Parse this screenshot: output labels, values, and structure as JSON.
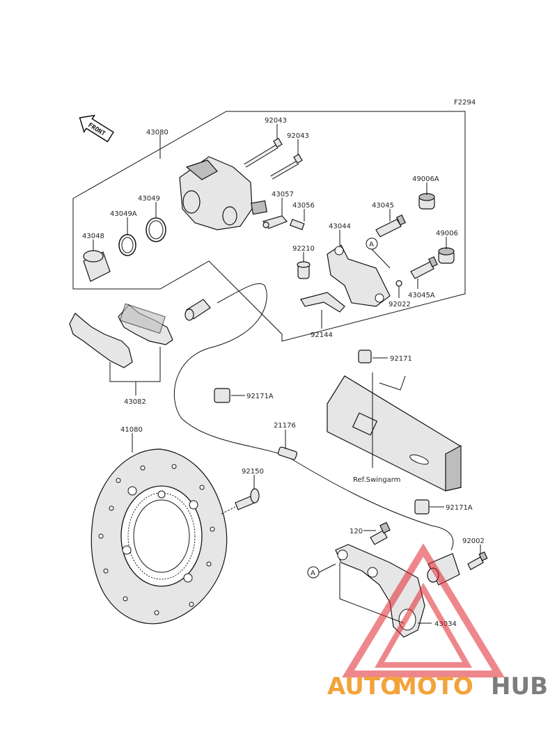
{
  "figure_code": "F2294",
  "front_label": "FRONT",
  "ref_swingarm": "Ref.Swingarm",
  "ref_letter": "A",
  "watermark": {
    "auto": "AUTO",
    "moto": "MOTO",
    "hub": "HUB",
    "triangle_color": "#e0252b"
  },
  "parts": {
    "p43080": "43080",
    "p92043a": "92043",
    "p92043b": "92043",
    "p43049": "43049",
    "p43049A": "43049A",
    "p43048": "43048",
    "p43057": "43057",
    "p43056": "43056",
    "p43045": "43045",
    "p49006A": "49006A",
    "p43044": "43044",
    "p92210": "92210",
    "p49006": "49006",
    "p43045A": "43045A",
    "p92022": "92022",
    "p92144": "92144",
    "p43082": "43082",
    "p92171": "92171",
    "p92171A_a": "92171A",
    "p92171A_b": "92171A",
    "p21176": "21176",
    "p41080": "41080",
    "p92150": "92150",
    "p120": "120",
    "p92002": "92002",
    "p43034": "43034"
  }
}
